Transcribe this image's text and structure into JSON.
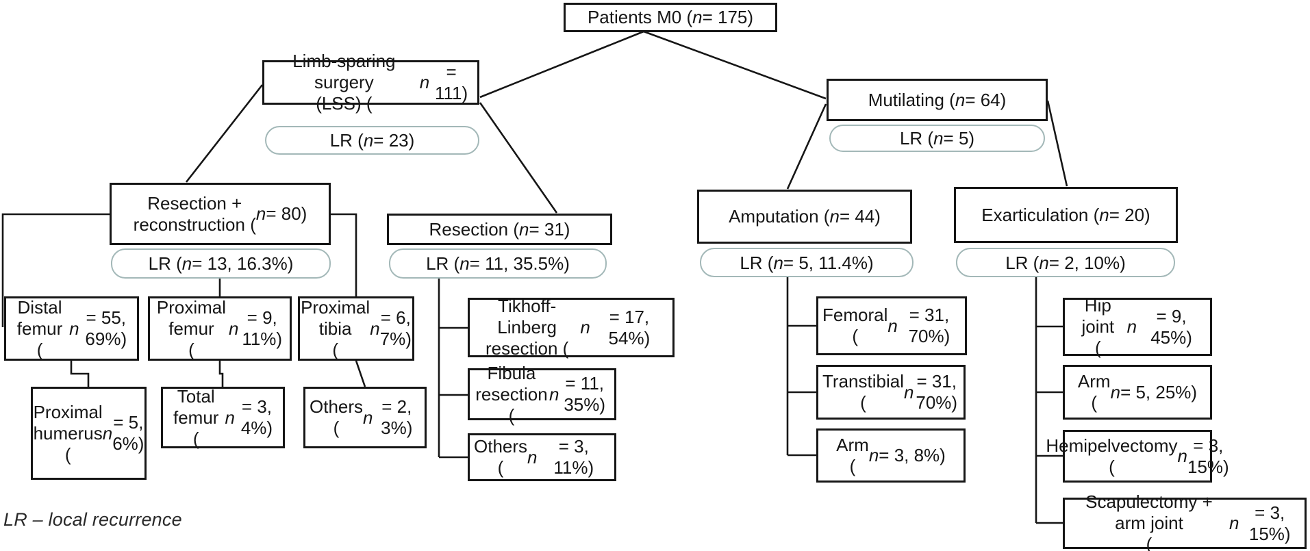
{
  "figure": {
    "type": "flowchart",
    "legend": "LR – local recurrence",
    "lr_badge_border_color": "#a3b8b8",
    "box_border_color": "#161616"
  },
  "nodes": {
    "patients": {
      "label": "Patients M0 (n = 175)"
    },
    "lss": {
      "label": "Limb-sparing surgery\n(LSS) (n = 111)"
    },
    "lr_lss": {
      "label": "LR (n = 23)"
    },
    "mutilating": {
      "label": "Mutilating (n = 64)"
    },
    "lr_mutilating": {
      "label": "LR (n = 5)"
    },
    "resection_reconstruction": {
      "label": "Resection +\nreconstruction (n = 80)"
    },
    "lr_resection_reconstruction": {
      "label": "LR (n = 13, 16.3%)"
    },
    "resection": {
      "label": "Resection (n = 31)"
    },
    "lr_resection": {
      "label": "LR (n = 11, 35.5%)"
    },
    "amputation": {
      "label": "Amputation (n = 44)"
    },
    "lr_amputation": {
      "label": "LR (n = 5, 11.4%)"
    },
    "exarticulation": {
      "label": "Exarticulation (n = 20)"
    },
    "lr_exarticulation": {
      "label": "LR (n = 2, 10%)"
    },
    "distal_femur": {
      "label": "Distal femur\n(n = 55, 69%)"
    },
    "proximal_femur": {
      "label": "Proximal femur\n(n = 9, 11%)"
    },
    "proximal_tibia": {
      "label": "Proximal tibia\n(n = 6, 7%)"
    },
    "proximal_humerus": {
      "label": "Proximal\nhumerus\n(n = 5, 6%)"
    },
    "total_femur": {
      "label": "Total femur\n(n = 3, 4%)"
    },
    "others_lss": {
      "label": "Others\n(n = 2, 3%)"
    },
    "tikhoff_linberg": {
      "label": "Tikhoff-Linberg\nresection (n = 17, 54%)"
    },
    "fibula_resection": {
      "label": "Fibula resection\n(n = 11, 35%)"
    },
    "others_resection": {
      "label": "Others\n(n = 3, 11%)"
    },
    "femoral": {
      "label": "Femoral\n(n = 31, 70%)"
    },
    "transtibial": {
      "label": "Transtibial\n(n = 31, 70%)"
    },
    "arm_amputation": {
      "label": "Arm\n(n = 3, 8%)"
    },
    "hip_joint": {
      "label": "Hip joint\n(n = 9, 45%)"
    },
    "arm_exarticulation": {
      "label": "Arm\n(n = 5, 25%)"
    },
    "hemipelvectomy": {
      "label": "Hemipelvectomy\n(n = 3, 15%)"
    },
    "scapulectomy_arm_joint": {
      "label": "Scapulectomy + arm joint\n(n = 3, 15%)"
    }
  }
}
